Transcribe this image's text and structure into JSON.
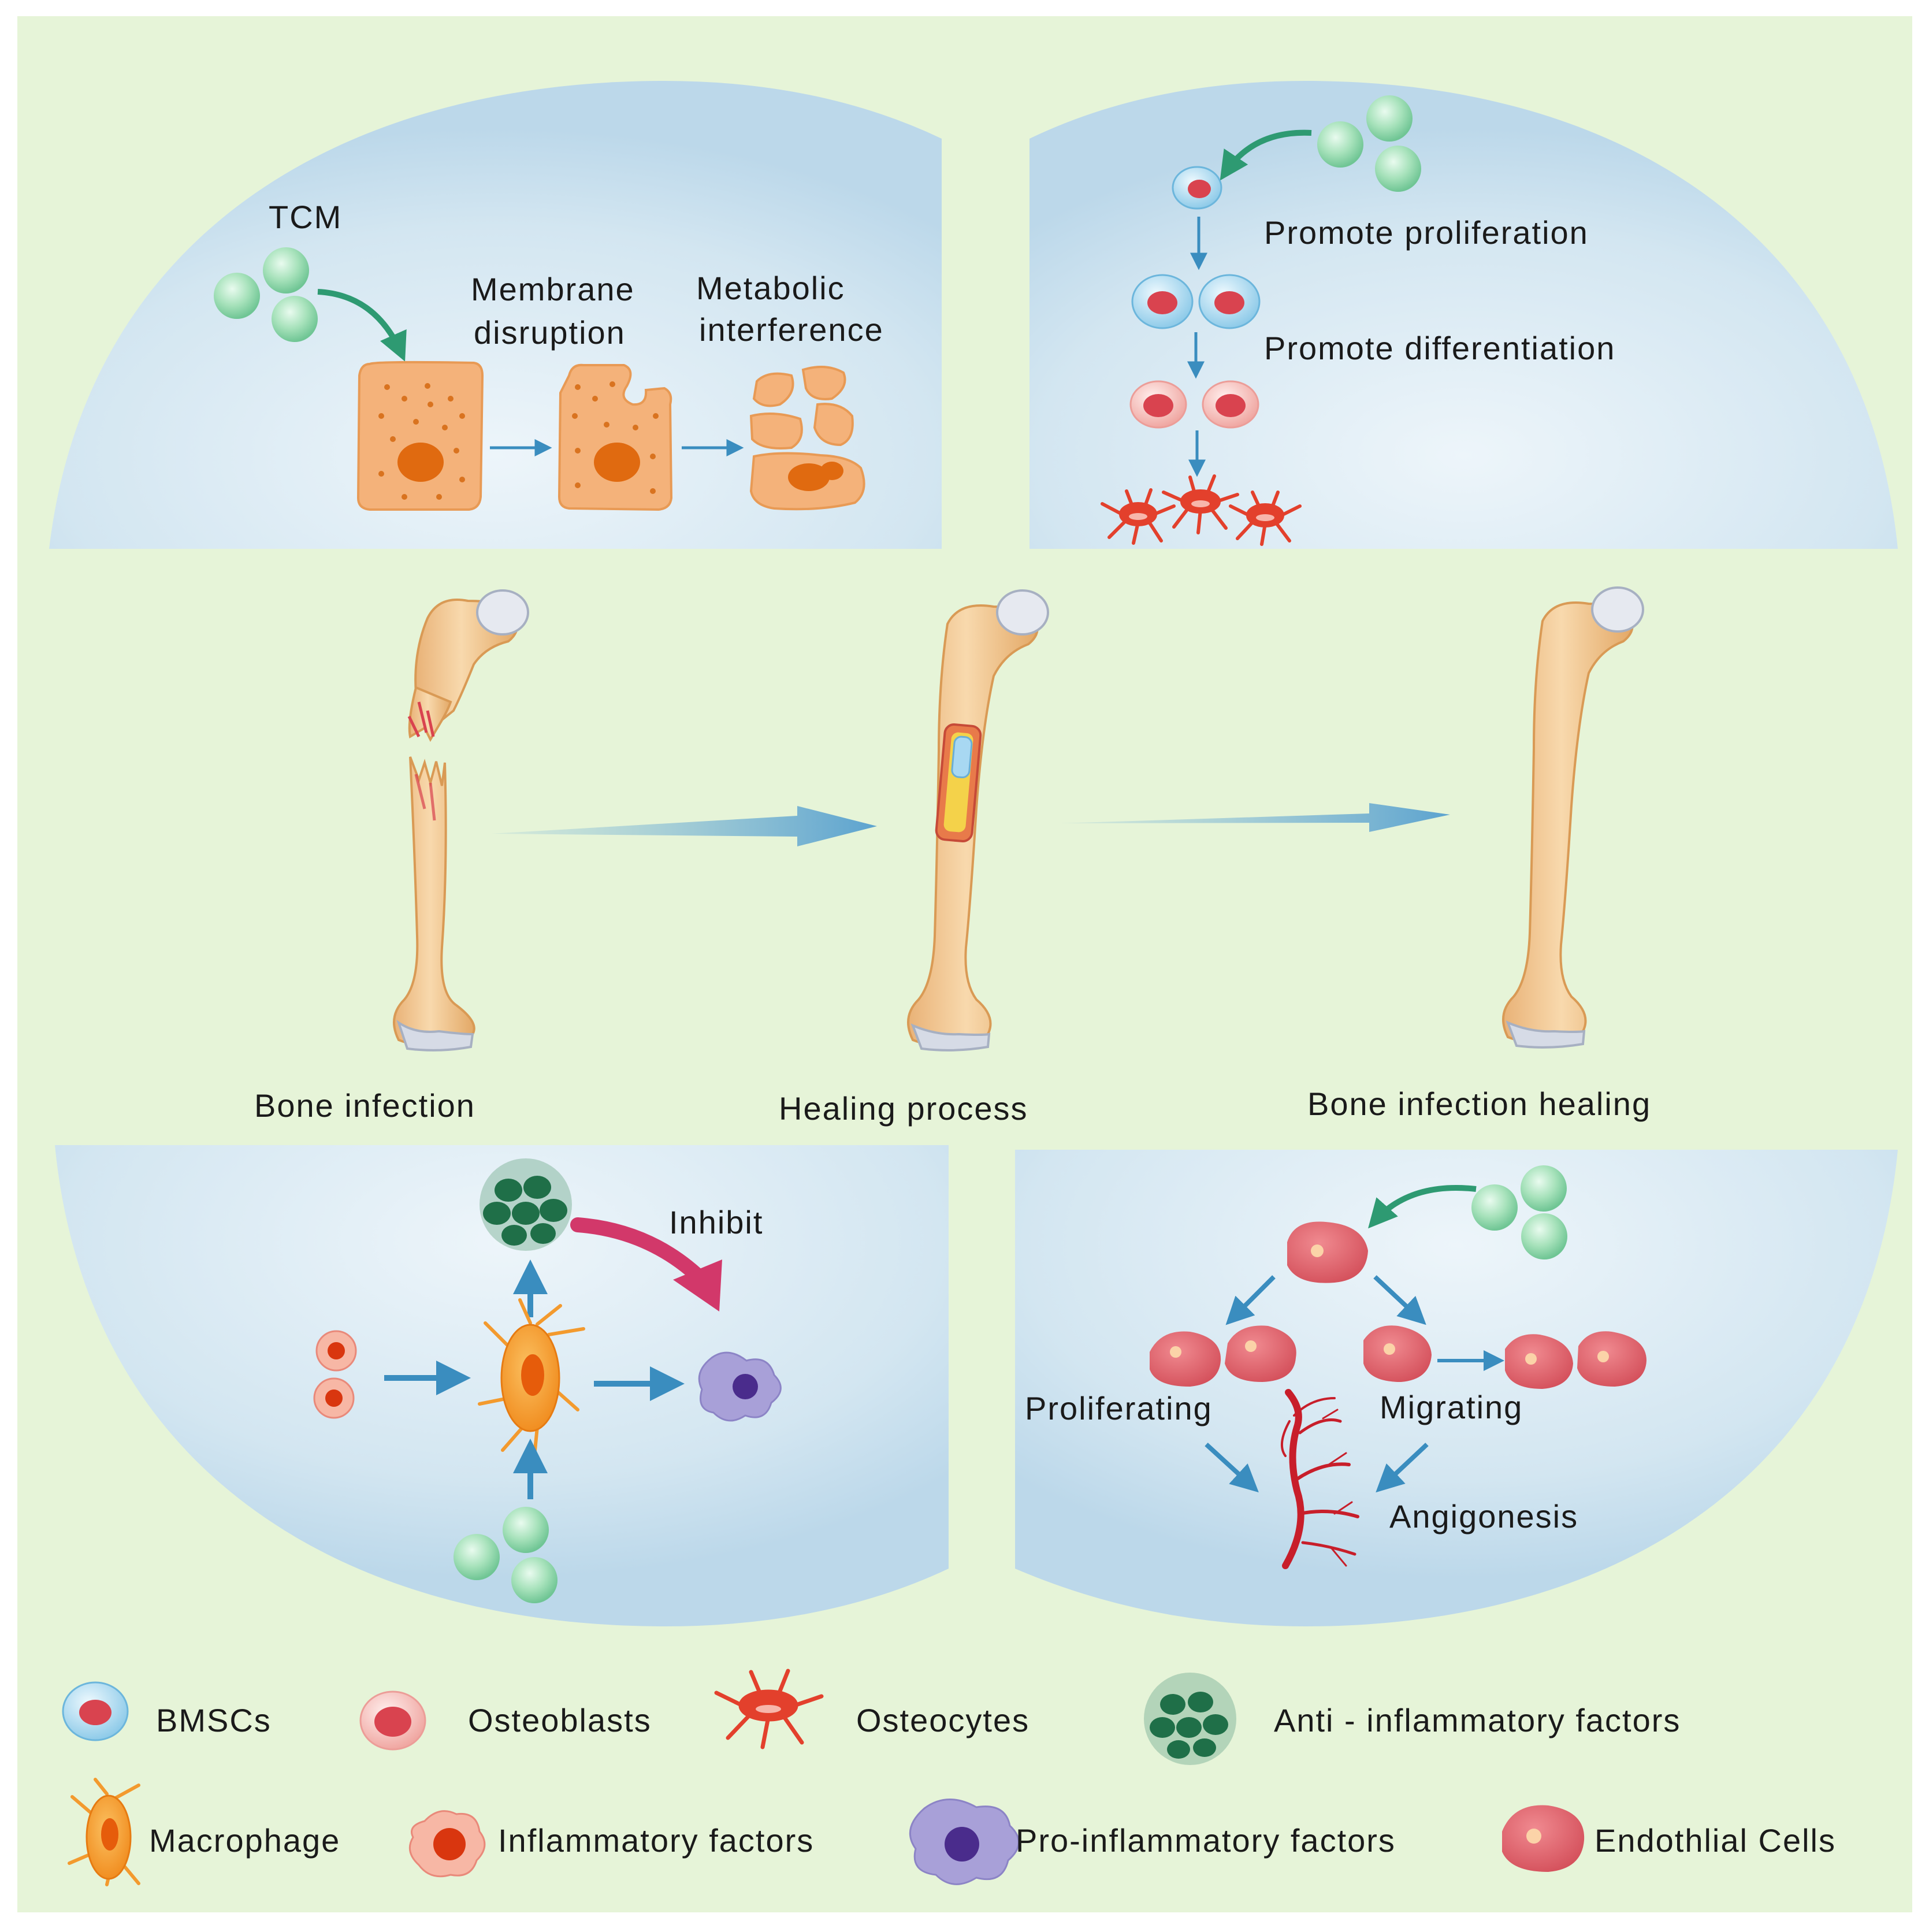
{
  "panels": {
    "tcm": {
      "tcm_label": "TCM",
      "membrane_line1": "Membrane",
      "membrane_line2": "disruption",
      "metabolic_line1": "Metabolic",
      "metabolic_line2": "interference"
    },
    "bmsc": {
      "proliferation": "Promote proliferation",
      "differentiation": "Promote differentiation"
    },
    "macrophage": {
      "inhibit": "Inhibit"
    },
    "endothelial": {
      "proliferating": "Proliferating",
      "migrating": "Migrating",
      "angiogenesis": "Angigonesis"
    }
  },
  "bones": {
    "infection": "Bone infection",
    "healing_process": "Healing process",
    "healed": "Bone infection healing"
  },
  "legend": {
    "bmscs": "BMSCs",
    "osteoblasts": "Osteoblasts",
    "osteocytes": "Osteocytes",
    "anti_inflammatory": "Anti - inflammatory factors",
    "macrophage": "Macrophage",
    "inflammatory": "Inflammatory factors",
    "pro_inflammatory": "Pro-inflammatory factors",
    "endothelial": "Endothlial Cells"
  },
  "colors": {
    "background": "#e6f4d8",
    "panel": "#cfe3ef",
    "tcm_sphere": "#9fdcb4",
    "cell_orange": "#f4b27a",
    "nucleus": "#e06a10",
    "bmsc": "#b8e0f4",
    "osteoblast": "#f7c4c0",
    "nucleus_red": "#d9434f",
    "osteocyte": "#e3402c",
    "anti_inflammatory": "#1f6f48",
    "pro_inflammatory": "#a8a0d8",
    "endothelial": "#de5f68",
    "arrow": "#3a8dbf",
    "arrow_green": "#2e9a72",
    "inhibit_arrow": "#d2386a",
    "bone": "#f1c48e",
    "vessel": "#c81e2a"
  }
}
